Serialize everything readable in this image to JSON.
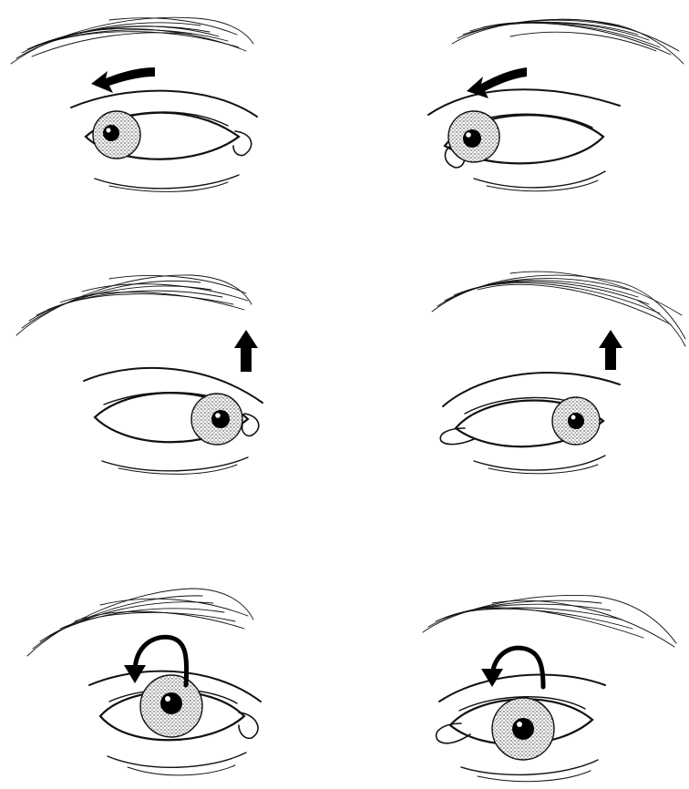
{
  "colors": {
    "background": "#ffffff",
    "ink": "#111111",
    "iris_stipple": "#2a2a2a",
    "arrow": "#000000"
  },
  "icons": {
    "leftward": "arrow-left-curved-icon",
    "upward": "arrow-up-icon",
    "rotation": "arrow-rotate-ccw-icon"
  },
  "panels": [
    {
      "row": "top",
      "side": "left",
      "gaze": "left",
      "arrow": "leftward"
    },
    {
      "row": "top",
      "side": "right",
      "gaze": "left",
      "arrow": "leftward"
    },
    {
      "row": "middle",
      "side": "left",
      "gaze": "right",
      "arrow": "upward"
    },
    {
      "row": "middle",
      "side": "right",
      "gaze": "right",
      "arrow": "upward"
    },
    {
      "row": "bottom",
      "side": "left",
      "gaze": "center",
      "arrow": "rotation"
    },
    {
      "row": "bottom",
      "side": "right",
      "gaze": "center",
      "arrow": "rotation"
    }
  ]
}
